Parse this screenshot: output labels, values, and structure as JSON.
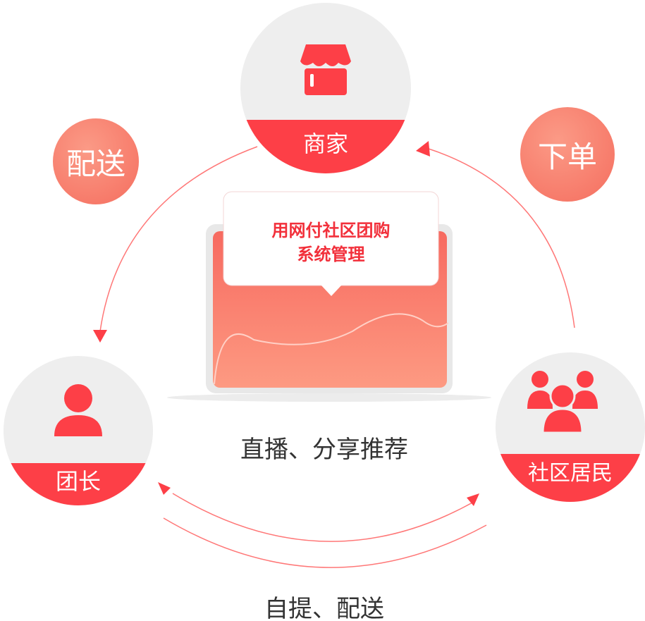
{
  "nodes": {
    "merchant": "商家",
    "leader": "团长",
    "residents": "社区居民"
  },
  "actions": {
    "delivery": "配送",
    "order": "下单"
  },
  "center": {
    "line1": "用网付社区团购",
    "line2": "系统管理"
  },
  "captions": {
    "live_share": "直播、分享推荐",
    "pickup_delivery": "自提、配送"
  },
  "colors": {
    "accent": "#fd3f47",
    "grey": "#eeeeee",
    "soft": "#f56e5f"
  }
}
